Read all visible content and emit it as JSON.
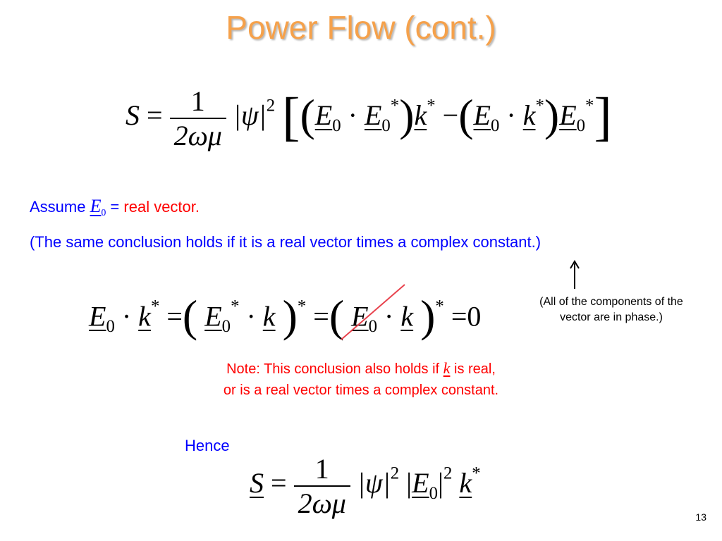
{
  "slide": {
    "title": "Power Flow (cont.)",
    "eq1": {
      "S": "S",
      "eqsign": "=",
      "num": "1",
      "den": "2ωμ",
      "psi": "|ψ|",
      "sq": "2",
      "E": "E",
      "zero": "0",
      "dot": "·",
      "k": "k",
      "star": "*",
      "minus": "−"
    },
    "assume_prefix": "Assume",
    "assume_E": "E",
    "assume_sub": "0",
    "assume_eq": " = ",
    "assume_suffix": "real vector.",
    "same_conclusion": "(The same conclusion holds if it is a real vector times a complex constant.)",
    "eq2": {
      "E": "E",
      "zero": "0",
      "dot": "·",
      "k": "k",
      "star": "*",
      "eqsign": "=",
      "result": "0"
    },
    "phase_note_line1": "(All of the components of the",
    "phase_note_line2": "vector are in phase.)",
    "note_line1_prefix": "Note: This conclusion also holds if ",
    "note_k": "k",
    "note_line1_suffix": " is real,",
    "note_line2": "or is a real vector times a complex constant.",
    "hence": "Hence",
    "eq3": {
      "S": "S",
      "eqsign": "=",
      "num": "1",
      "den": "2ωμ",
      "psi": "|ψ|",
      "sq": "2",
      "E": "E",
      "zero": "0",
      "k": "k",
      "star": "*"
    },
    "page_number": "13"
  },
  "colors": {
    "title": "#f5a14b",
    "body_blue": "#0000ff",
    "accent_red": "#ff0000",
    "strike": "#e8424d"
  }
}
